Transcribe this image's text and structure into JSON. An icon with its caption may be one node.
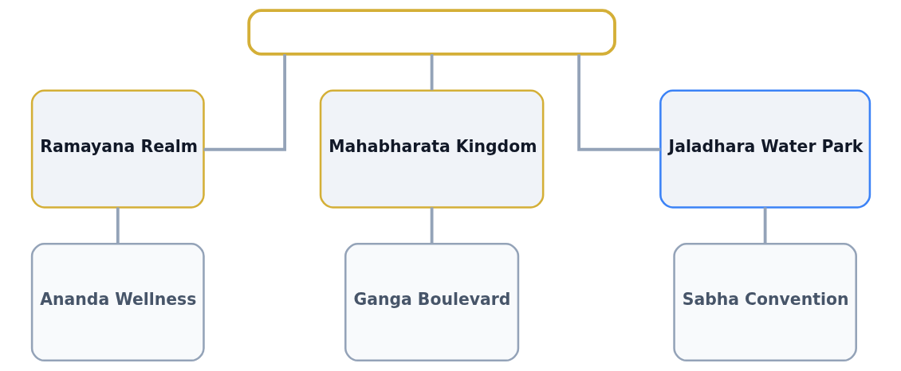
{
  "diagram": {
    "nodes": [
      {
        "text": [],
        "shape": "box"
      },
      {
        "text": [
          "Ramayana Realm"
        ]
      },
      {
        "text": [
          "Mahabharata Kingdom"
        ]
      },
      {
        "text": [
          "Jaladhara Water Park"
        ]
      },
      {
        "text": [
          "Ananda Wellness"
        ]
      },
      {
        "text": [
          "Ganga Boulevard"
        ]
      },
      {
        "text": [
          "Sabha Convention"
        ]
      }
    ],
    "edges": [
      {
        "from": 0,
        "to": 1,
        "arrow": "none"
      },
      {
        "from": 0,
        "to": 2,
        "arrow": "none"
      },
      {
        "from": 0,
        "to": 3,
        "arrow": "none"
      },
      {
        "from": 1,
        "to": 4,
        "arrow": "none"
      },
      {
        "from": 2,
        "to": 5,
        "arrow": "none"
      },
      {
        "from": 3,
        "to": 6,
        "arrow": "none"
      }
    ]
  }
}
